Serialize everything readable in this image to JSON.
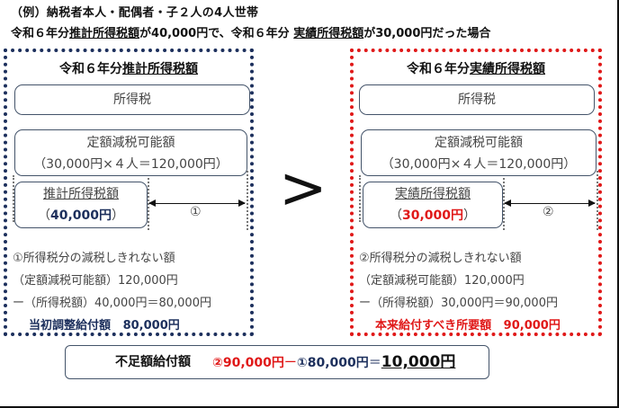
{
  "header": {
    "line1": "（例）納税者本人・配偶者・子２人の4人世帯",
    "line2_pre": "令和６年分",
    "line2_u1": "推計所得税額",
    "line2_mid": "が40,000円で、令和６年分 ",
    "line2_u2": "実績所得税額",
    "line2_post": "が30,000円だった場合"
  },
  "left_panel": {
    "title_pre": "令和６年分",
    "title_u": "推計所得税額",
    "tax_box": "所得税",
    "teigaku_line1": "定額減税可能額",
    "teigaku_line2": "（30,000円×４人＝120,000円）",
    "est_label": "推計所得税額",
    "est_open": "（",
    "est_value": "40,000円",
    "est_close": "）",
    "arrow_marker": "①",
    "calc_line1": "①所得税分の減税しきれない額",
    "calc_line2": "（定額減税可能額）120,000円",
    "calc_line3": "ー（所得税額）40,000円＝80,000円",
    "result_label": "当初調整給付額",
    "result_value": "80,000円",
    "border_color": "#1c2f5c"
  },
  "comparison_symbol": ">",
  "right_panel": {
    "title_pre": "令和６年分",
    "title_u": "実績所得税額",
    "tax_box": "所得税",
    "teigaku_line1": "定額減税可能額",
    "teigaku_line2": "（30,000円×４人＝120,000円）",
    "act_label": "実績所得税額",
    "act_open": "（",
    "act_value": "30,000円",
    "act_close": "）",
    "arrow_marker": "②",
    "calc_line1": "②所得税分の減税しきれない額",
    "calc_line2": "（定額減税可能額）120,000円",
    "calc_line3": "ー（所得税額）30,000円＝90,000円",
    "result_label": "本来給付すべき所要額",
    "result_value": "90,000円",
    "border_color": "#e01818"
  },
  "bottom": {
    "label": "不足額給付額",
    "term1": "②90,000円",
    "minus": "ー",
    "term2": "①80,000円",
    "equals": "＝",
    "answer": "10,000円"
  }
}
